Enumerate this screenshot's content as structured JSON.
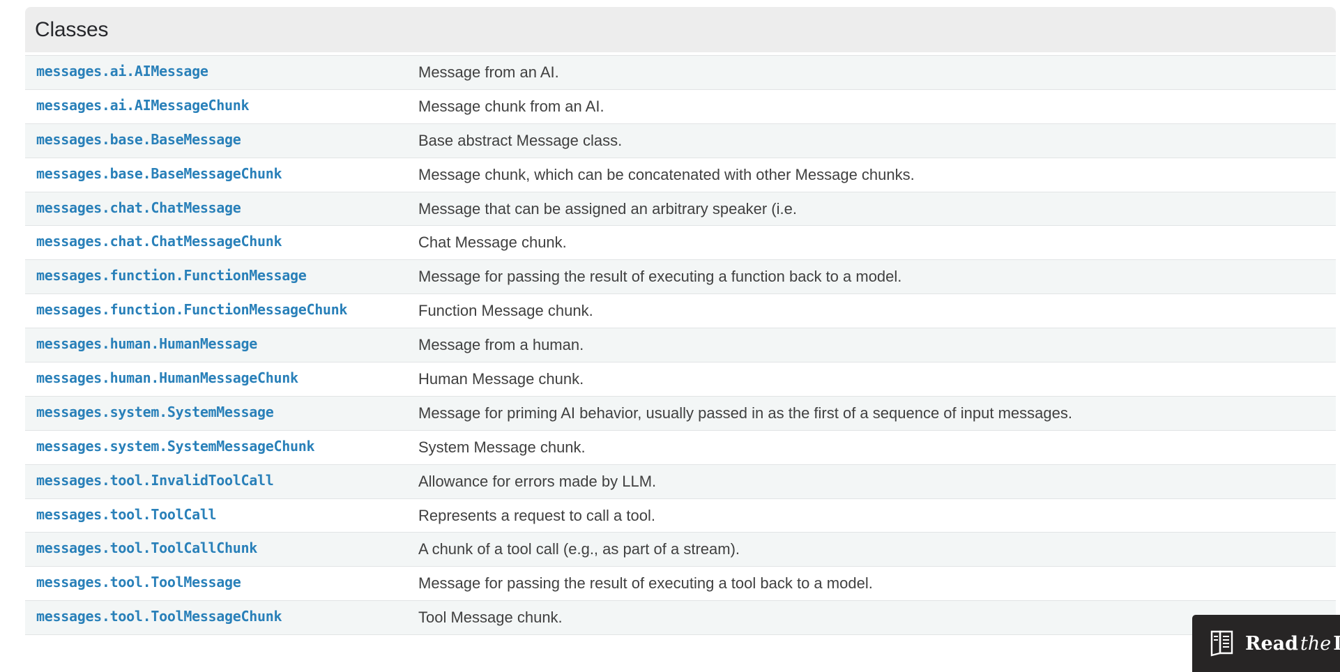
{
  "section": {
    "caption": "Classes"
  },
  "table": {
    "rows": [
      {
        "name": "messages.ai.AIMessage",
        "description": "Message from an AI."
      },
      {
        "name": "messages.ai.AIMessageChunk",
        "description": "Message chunk from an AI."
      },
      {
        "name": "messages.base.BaseMessage",
        "description": "Base abstract Message class."
      },
      {
        "name": "messages.base.BaseMessageChunk",
        "description": "Message chunk, which can be concatenated with other Message chunks."
      },
      {
        "name": "messages.chat.ChatMessage",
        "description": "Message that can be assigned an arbitrary speaker (i.e."
      },
      {
        "name": "messages.chat.ChatMessageChunk",
        "description": "Chat Message chunk."
      },
      {
        "name": "messages.function.FunctionMessage",
        "description": "Message for passing the result of executing a function back to a model."
      },
      {
        "name": "messages.function.FunctionMessageChunk",
        "description": "Function Message chunk."
      },
      {
        "name": "messages.human.HumanMessage",
        "description": "Message from a human."
      },
      {
        "name": "messages.human.HumanMessageChunk",
        "description": "Human Message chunk."
      },
      {
        "name": "messages.system.SystemMessage",
        "description": "Message for priming AI behavior, usually passed in as the first of a sequence of input messages."
      },
      {
        "name": "messages.system.SystemMessageChunk",
        "description": "System Message chunk."
      },
      {
        "name": "messages.tool.InvalidToolCall",
        "description": "Allowance for errors made by LLM."
      },
      {
        "name": "messages.tool.ToolCall",
        "description": "Represents a request to call a tool."
      },
      {
        "name": "messages.tool.ToolCallChunk",
        "description": "A chunk of a tool call (e.g., as part of a stream)."
      },
      {
        "name": "messages.tool.ToolMessage",
        "description": "Message for passing the result of executing a tool back to a model."
      },
      {
        "name": "messages.tool.ToolMessageChunk",
        "description": "Tool Message chunk."
      },
      {
        "name": "",
        "description": ""
      }
    ]
  },
  "badge": {
    "icon": "book-icon",
    "text_read": "Read",
    "text_the": "the",
    "text_docs": "Docs"
  },
  "colors": {
    "link": "#2980B9",
    "caption_bg": "#ededed",
    "row_alt_bg": "#f3f6f6",
    "row_border": "#e1e4e5",
    "text": "#404040",
    "badge_bg": "#272525"
  }
}
